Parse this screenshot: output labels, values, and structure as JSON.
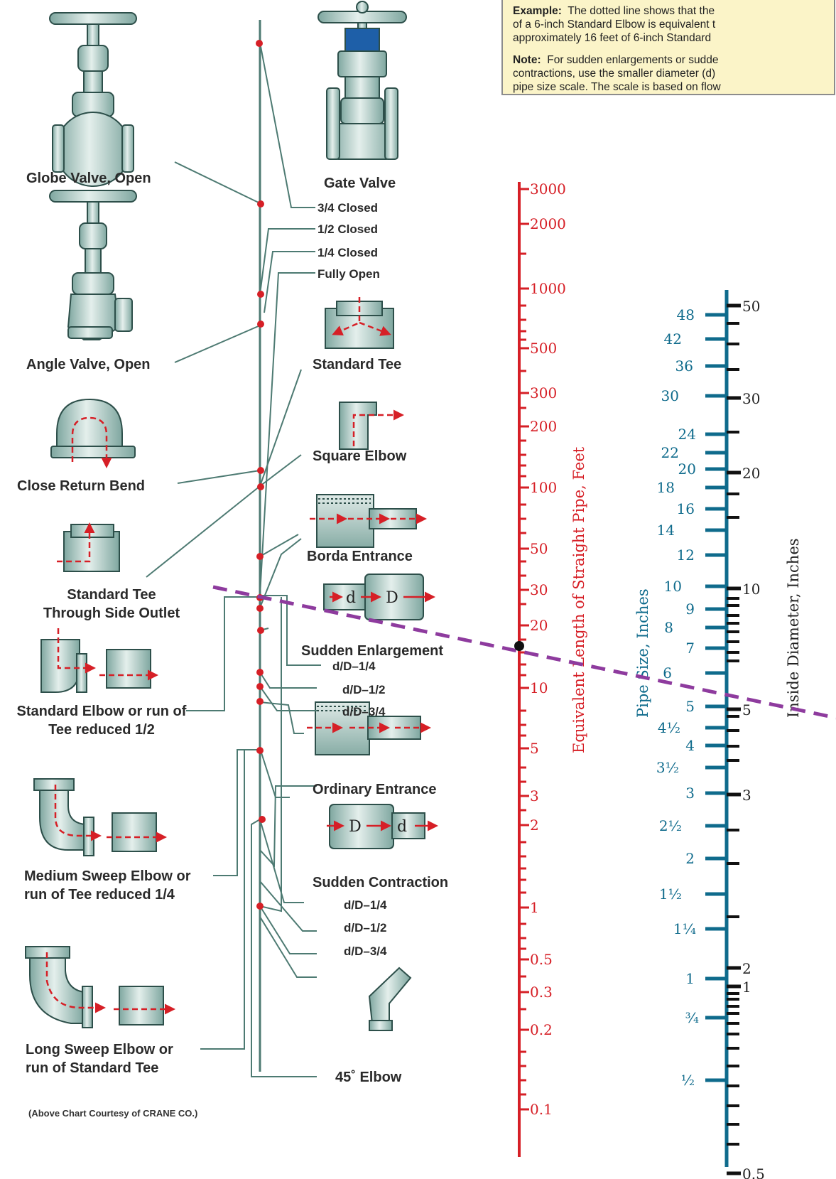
{
  "note_box": {
    "example_label": "Example:",
    "example_line1": "The dotted line shows that the",
    "example_line2": "of a 6-inch Standard Elbow is equivalent t",
    "example_line3": "approximately 16 feet of 6-inch Standard",
    "note_label": "Note:",
    "note_line1": "For sudden enlargements or sudde",
    "note_line2": "contractions, use the smaller diameter (d)",
    "note_line3": "pipe size scale. The scale is based on flow"
  },
  "fittings_left": {
    "globe_valve": "Globe Valve, Open",
    "angle_valve": "Angle Valve, Open",
    "close_return_bend": "Close Return Bend",
    "standard_tee_side_1": "Standard Tee",
    "standard_tee_side_2": "Through Side Outlet",
    "standard_elbow_1": "Standard Elbow or run of",
    "standard_elbow_2": "Tee reduced 1/2",
    "medium_sweep_1": "Medium Sweep Elbow or",
    "medium_sweep_2": "run of Tee reduced 1/4",
    "long_sweep_1": "Long Sweep Elbow or",
    "long_sweep_2": "run of Standard Tee"
  },
  "fittings_right": {
    "gate_valve": "Gate Valve",
    "gate_three_quarter": "3/4 Closed",
    "gate_half": "1/2 Closed",
    "gate_quarter": "1/4 Closed",
    "gate_open": "Fully Open",
    "standard_tee": "Standard Tee",
    "square_elbow": "Square Elbow",
    "borda_entrance": "Borda Entrance",
    "sudden_enlargement": "Sudden Enlargement",
    "enl_quarter": "d/D–1/4",
    "enl_half": "d/D–1/2",
    "enl_three_quarter": "d/D–3/4",
    "ordinary_entrance": "Ordinary Entrance",
    "sudden_contraction": "Sudden Contraction",
    "con_quarter": "d/D–1/4",
    "con_half": "d/D–1/2",
    "con_three_quarter": "d/D–3/4",
    "elbow_45": "45˚ Elbow",
    "enl_d": "d",
    "enl_D": "D",
    "con_D": "D",
    "con_d": "d"
  },
  "credit": "(Above Chart Courtesy of CRANE CO.)",
  "scales": {
    "equivalent_length": {
      "title": "Equivalent Length of Straight Pipe, Feet",
      "labels": [
        "3000",
        "2000",
        "1000",
        "500",
        "300",
        "200",
        "100",
        "50",
        "30",
        "20",
        "10",
        "5",
        "3",
        "2",
        "1",
        "0.5",
        "0.3",
        "0.2",
        "0.1"
      ]
    },
    "pipe_size": {
      "title": "Pipe Size, Inches",
      "labels": [
        "48",
        "42",
        "36",
        "30",
        "24",
        "22",
        "20",
        "18",
        "16",
        "14",
        "12",
        "10",
        "9",
        "8",
        "7",
        "6",
        "5",
        "4½",
        "4",
        "3½",
        "3",
        "2½",
        "2",
        "1½",
        "1¼",
        "1",
        "¾",
        "½"
      ]
    },
    "inside_diameter": {
      "title": "Inside Diameter, Inches",
      "labels": [
        "50",
        "30",
        "20",
        "10",
        "5",
        "3",
        "2",
        "1",
        "0.5"
      ]
    }
  },
  "colors": {
    "scale_red": "#d61f26",
    "scale_blue": "#0f6b8c",
    "line_green": "#4d7a72",
    "dashed_line": "#8e3b9e",
    "note_bg": "#fbf4c8"
  }
}
